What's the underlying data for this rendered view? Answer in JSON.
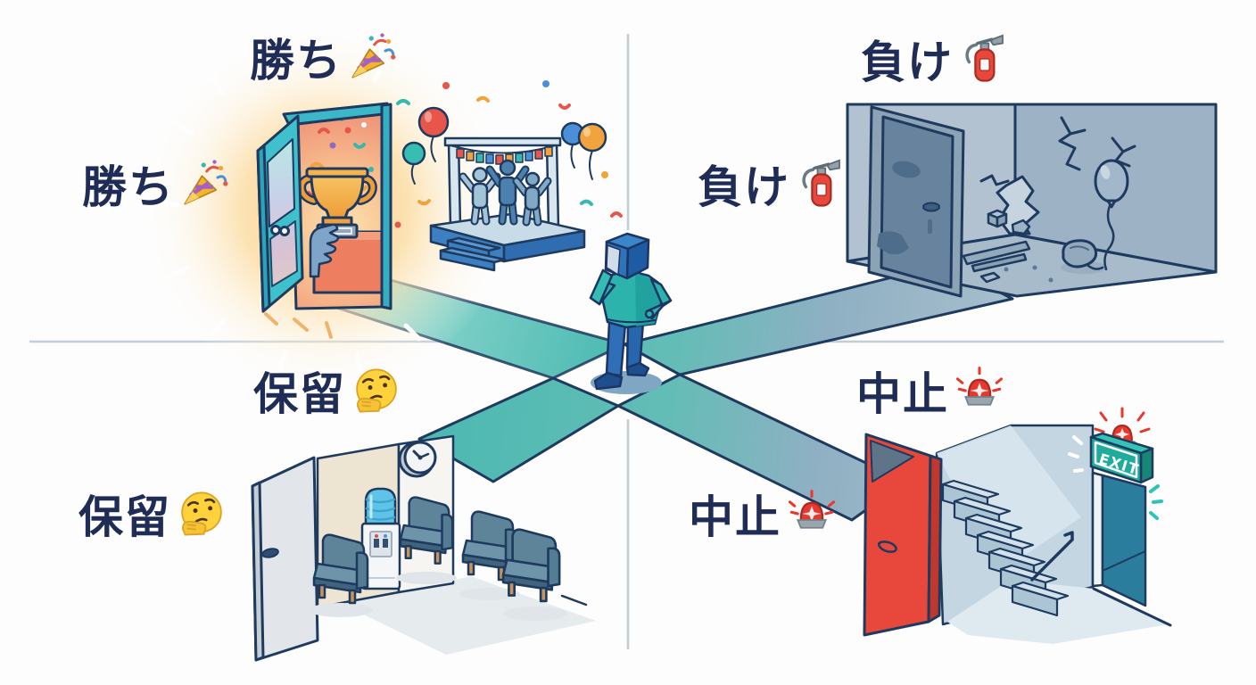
{
  "quadrants": {
    "win": {
      "label": "勝ち",
      "icon": "party-popper-icon"
    },
    "lose": {
      "label": "負け",
      "icon": "fire-extinguisher-icon"
    },
    "hold": {
      "label": "保留",
      "icon": "thinking-face-icon"
    },
    "cancel": {
      "label": "中止",
      "icon": "rotating-light-icon"
    }
  },
  "signs": {
    "exit": "EXIT"
  },
  "colors": {
    "label_text": "#1f2c55",
    "outline_navy": "#1e3a5f",
    "path_teal": "#49b9b1",
    "path_grey": "#9db7c8",
    "win_glow": "#fbc782",
    "win_door_teal": "#3fc0cd",
    "trophy_gold": "#f2a840",
    "lose_wall_grey": "#a7bbca",
    "hold_wall_beige": "#ede4d2",
    "cancel_door_red": "#e8483c",
    "exit_sign_teal": "#20ab9d"
  }
}
